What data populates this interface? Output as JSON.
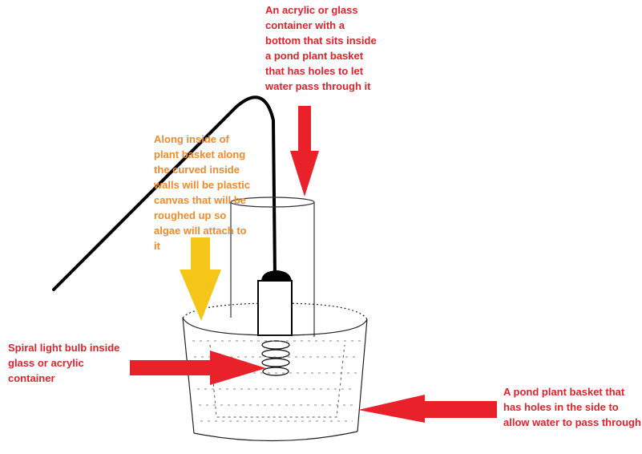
{
  "annotations": {
    "container_label": "An acrylic or glass\ncontainer with a\nbottom that sits inside\na pond plant basket\nthat has holes to let\nwater pass through it",
    "canvas_label": "Along inside of\nplant basket along\nthe curved inside\nwalls will be plastic\ncanvas that will be\nroughed up so\nalgae will attach to\nit",
    "bulb_label": "Spiral light bulb inside\nglass or acrylic\ncontainer",
    "basket_label": "A pond plant basket that\nhas holes in the side to\nallow water to pass through"
  },
  "colors": {
    "red_text": "#e0222b",
    "orange_text": "#f08a2c",
    "red_arrow": "#e8212b",
    "yellow_arrow": "#f5c518"
  }
}
